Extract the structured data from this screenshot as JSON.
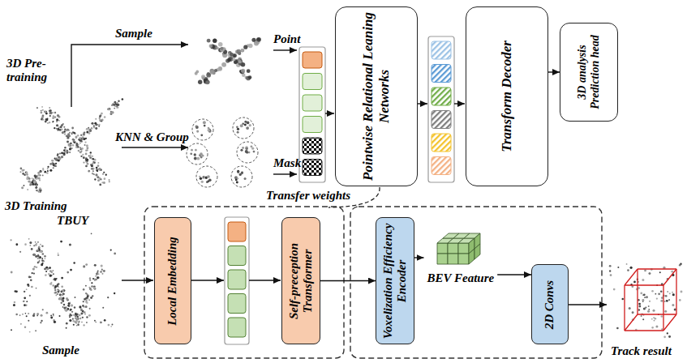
{
  "diagram": {
    "nodes": [
      {
        "text": [
          "Pointwise Relational Leaning Networks"
        ]
      },
      {
        "text": [
          "Transform Decoder"
        ]
      },
      {
        "text": [
          "3D analysis Prediction head"
        ]
      },
      {
        "text": [
          "Local Embedding"
        ]
      },
      {
        "text": [
          "Self-preception Transformer"
        ]
      },
      {
        "text": [
          "Voxelization Efficiency Encoder"
        ]
      },
      {
        "text": [
          "BEV Feature"
        ]
      },
      {
        "text": [
          "2D Convs"
        ]
      }
    ],
    "edges": [
      {
        "from": 1,
        "to": 2,
        "arrow": "to"
      },
      {
        "from": 4,
        "to": 5,
        "arrow": "to"
      },
      {
        "from": 5,
        "to": 6,
        "arrow": "to"
      },
      {
        "from": 6,
        "to": 7,
        "arrow": "to"
      }
    ],
    "labels": [
      "3D Pre-training",
      "Sample",
      "KNN & Group",
      "Point",
      "Mask",
      "TBUY",
      "Transfer weights",
      "3D Training",
      "Sample",
      "Track result"
    ]
  }
}
